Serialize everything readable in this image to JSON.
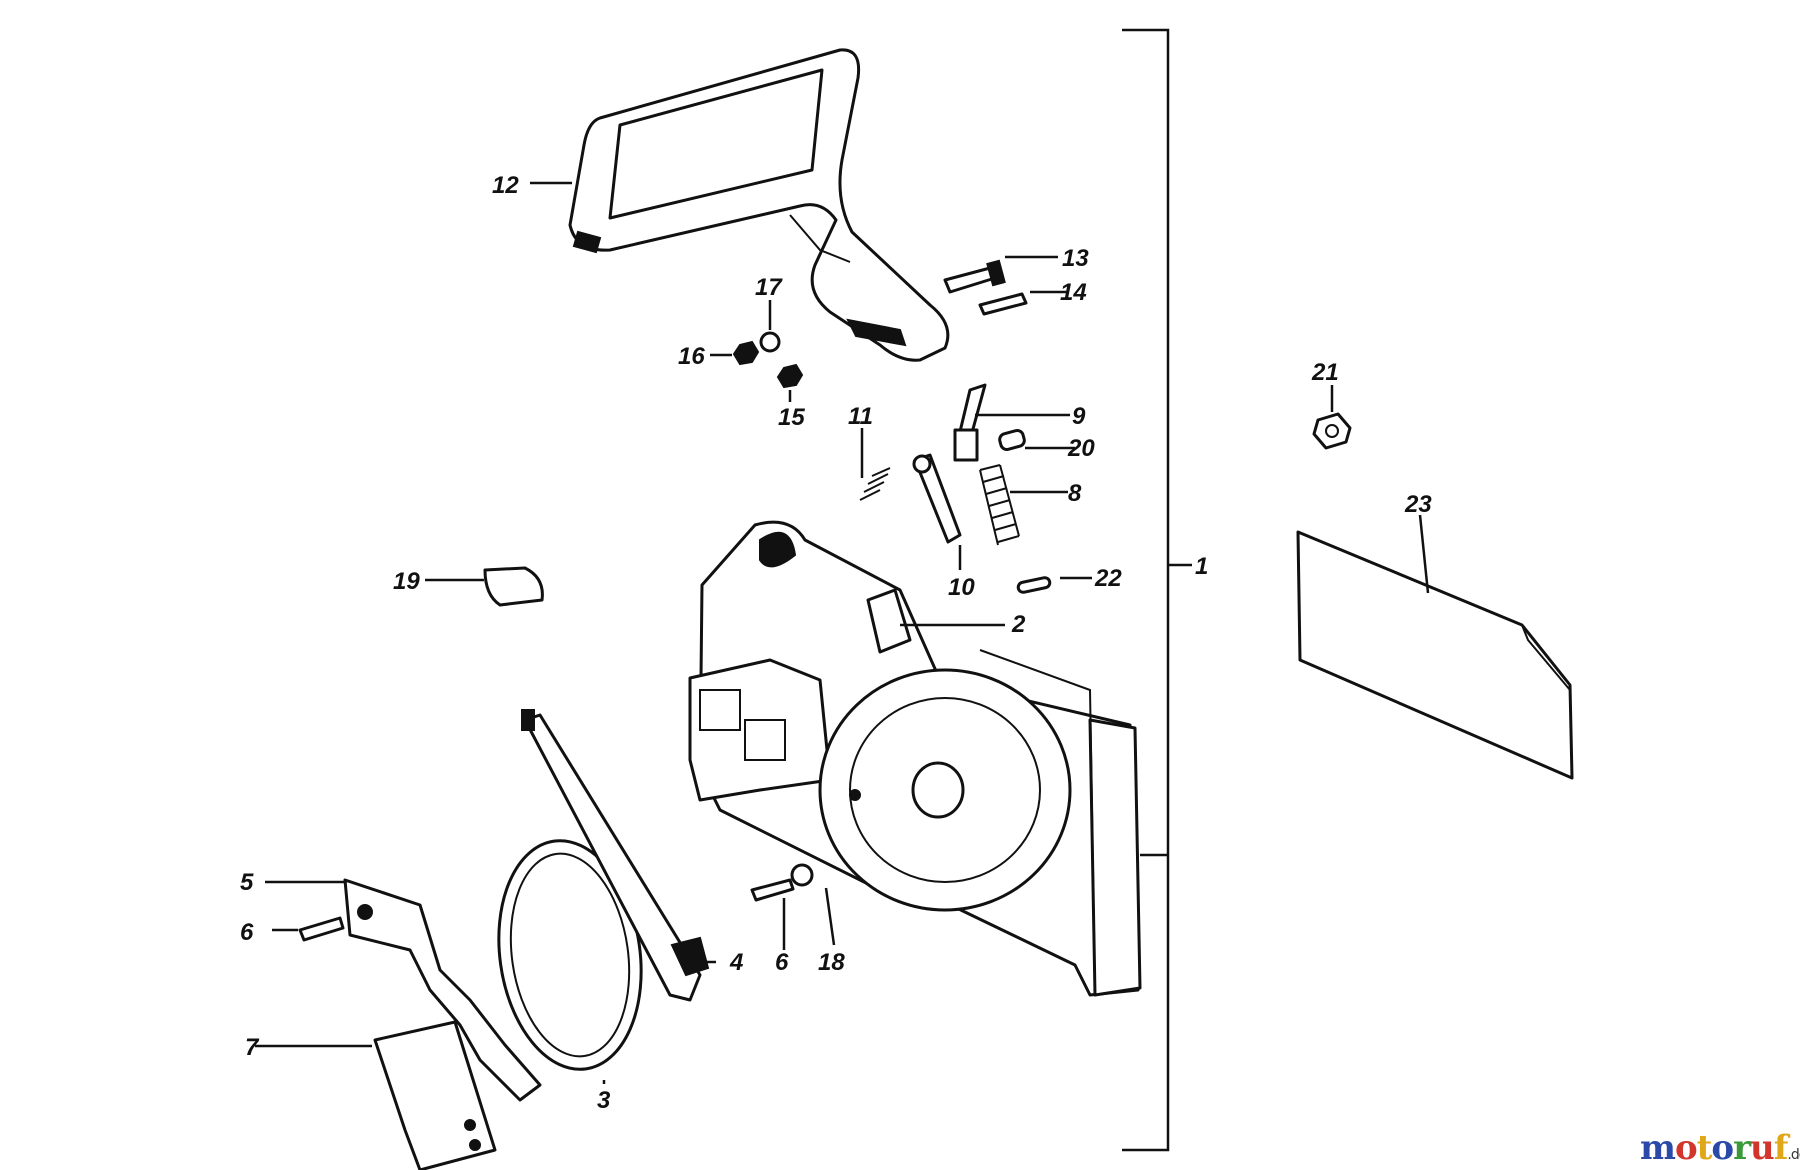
{
  "callouts": [
    {
      "id": "1",
      "text": "1"
    },
    {
      "id": "2",
      "text": "2"
    },
    {
      "id": "3",
      "text": "3"
    },
    {
      "id": "4",
      "text": "4"
    },
    {
      "id": "5",
      "text": "5"
    },
    {
      "id": "6a",
      "text": "6"
    },
    {
      "id": "6b",
      "text": "6"
    },
    {
      "id": "7",
      "text": "7"
    },
    {
      "id": "8",
      "text": "8"
    },
    {
      "id": "9",
      "text": "9"
    },
    {
      "id": "10",
      "text": "10"
    },
    {
      "id": "11",
      "text": "11"
    },
    {
      "id": "12",
      "text": "12"
    },
    {
      "id": "13",
      "text": "13"
    },
    {
      "id": "14",
      "text": "14"
    },
    {
      "id": "15",
      "text": "15"
    },
    {
      "id": "16",
      "text": "16"
    },
    {
      "id": "17",
      "text": "17"
    },
    {
      "id": "18",
      "text": "18"
    },
    {
      "id": "19",
      "text": "19"
    },
    {
      "id": "20",
      "text": "20"
    },
    {
      "id": "21",
      "text": "21"
    },
    {
      "id": "22",
      "text": "22"
    },
    {
      "id": "23",
      "text": "23"
    }
  ],
  "watermark": {
    "text": "motoruf",
    "suffix": ".de",
    "letter_colors": [
      "#2b4aa8",
      "#d2352c",
      "#e0a818",
      "#2b4aa8",
      "#3a9a3a",
      "#d2352c",
      "#e0a818"
    ]
  }
}
